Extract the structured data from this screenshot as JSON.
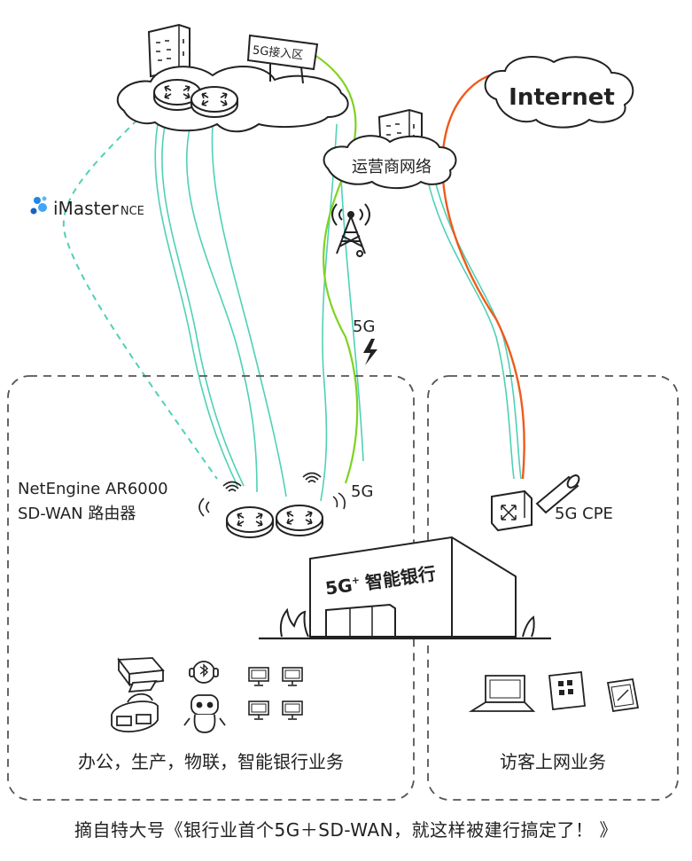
{
  "labels": {
    "access_zone": "5G接入区",
    "internet": "Internet",
    "carrier_network": "运营商网络",
    "imaster_main": "iMaster",
    "imaster_suffix": "NCE",
    "five_g_wireless": "5G",
    "router_line1": "NetEngine AR6000",
    "router_line2": "SD-WAN 路由器",
    "router_5g": "5G",
    "cpe": "5G CPE",
    "bank_name": "5G",
    "bank_sup": "+",
    "bank_suffix": "智能银行",
    "left_zone_services": "办公，生产，物联，智能银行业务",
    "right_zone_services": "访客上网业务"
  },
  "caption": "摘自特大号《银行业首个5G＋SD-WAN，就这样被建行搞定了！ 》",
  "colors": {
    "teal_link": "#4fd1b5",
    "green_5g_link": "#7ed321",
    "orange_internet_link": "#f05a1a",
    "ink": "#222222",
    "imaster_blue": "#1e88e5"
  },
  "icons": [
    "building-icon",
    "router-icon",
    "sign-icon",
    "cloud-icon",
    "tower-icon",
    "lightning-icon",
    "wifi-icon",
    "cpe-icon",
    "antenna-icon",
    "bank-building-icon",
    "printer-icon",
    "vr-headset-icon",
    "bluetooth-headset-icon",
    "robot-icon",
    "monitor-icon",
    "laptop-icon",
    "tablet-icon",
    "phone-icon",
    "imaster-logo-icon"
  ]
}
